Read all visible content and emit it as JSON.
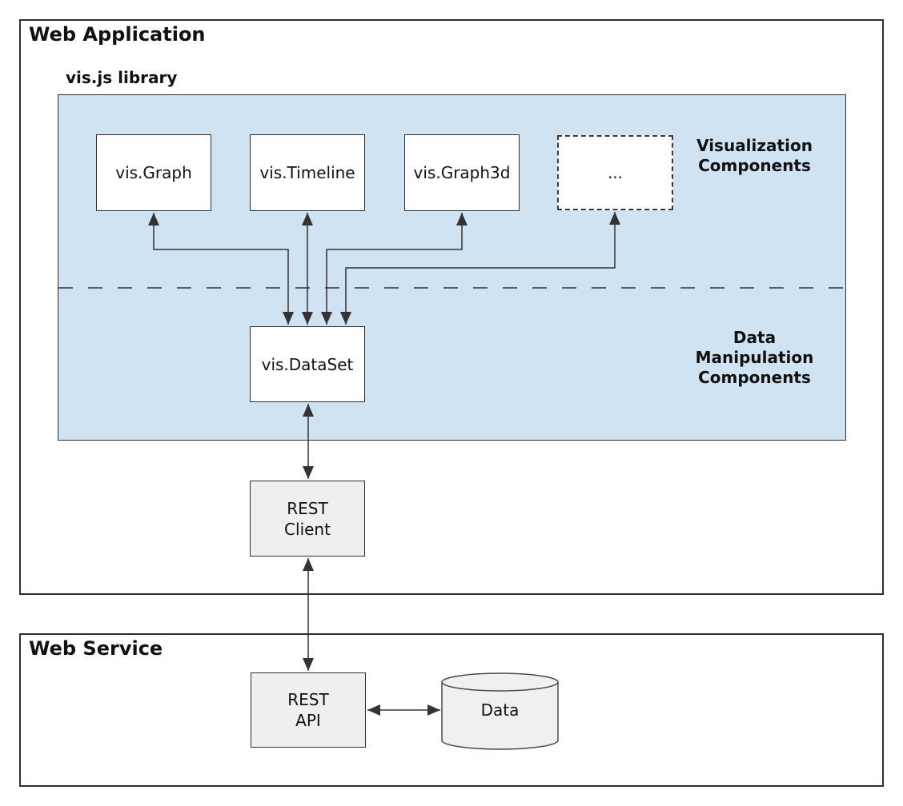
{
  "web_application": {
    "title": "Web Application",
    "library_label": "vis.js library",
    "components": [
      "vis.Graph",
      "vis.Timeline",
      "vis.Graph3d",
      "..."
    ],
    "visualization_label_lines": [
      "Visualization",
      "Components"
    ],
    "manipulation_label_lines": [
      "Data",
      "Manipulation",
      "Components"
    ],
    "dataset_label": "vis.DataSet",
    "rest_client_lines": [
      "REST",
      "Client"
    ]
  },
  "web_service": {
    "title": "Web Service",
    "rest_api_lines": [
      "REST",
      "API"
    ],
    "datastore_label": "Data"
  },
  "colors": {
    "panel_blue": "#cfe3f2",
    "node_gray": "#efefef",
    "line_dark": "#333333",
    "border_dark": "#2f2f2f"
  }
}
